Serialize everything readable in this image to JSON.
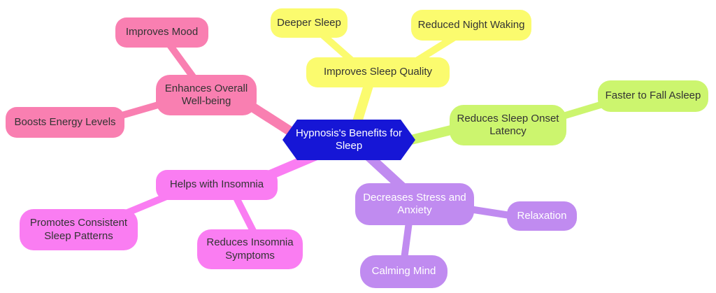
{
  "diagram": {
    "type": "mindmap",
    "center": {
      "label": "Hypnosis's Benefits for Sleep"
    },
    "branches": {
      "quality": {
        "label": "Improves Sleep Quality",
        "children": {
          "deeper": {
            "label": "Deeper Sleep"
          },
          "waking": {
            "label": "Reduced Night Waking"
          }
        }
      },
      "latency": {
        "label": "Reduces Sleep Onset Latency",
        "children": {
          "faster": {
            "label": "Faster to Fall Asleep"
          }
        }
      },
      "stress": {
        "label": "Decreases Stress and Anxiety",
        "children": {
          "relaxation": {
            "label": "Relaxation"
          },
          "calming": {
            "label": "Calming Mind"
          }
        }
      },
      "insomnia": {
        "label": "Helps with Insomnia",
        "children": {
          "patterns": {
            "label": "Promotes Consistent Sleep Patterns"
          },
          "symptoms": {
            "label": "Reduces Insomnia Symptoms"
          }
        }
      },
      "wellbeing": {
        "label": "Enhances Overall Well-being",
        "children": {
          "mood": {
            "label": "Improves Mood"
          },
          "energy": {
            "label": "Boosts Energy Levels"
          }
        }
      }
    },
    "colors": {
      "yellow": "#FBFB6E",
      "green": "#CCF56E",
      "purple": "#C08BF0",
      "magenta": "#FA7DF2",
      "pink": "#F97FB1",
      "blue": "#1616D6",
      "text_dark": "#333333",
      "text_light": "#FFFFFF"
    }
  }
}
